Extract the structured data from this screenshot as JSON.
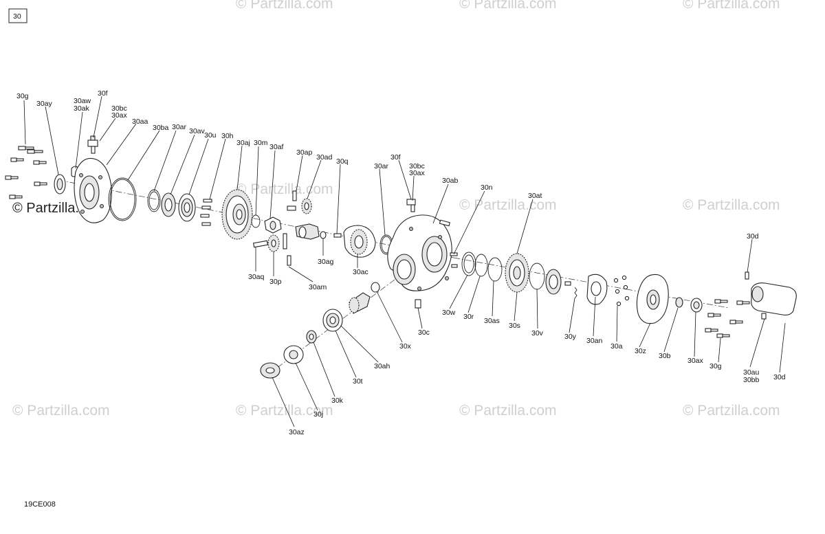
{
  "figure_number": "30",
  "drawing_code": "19CE008",
  "watermark": "© Partzilla.com",
  "labels": {
    "30g_a": "30g",
    "30ay_a": "30ay",
    "30aw": "30aw",
    "30ak": "30ak",
    "30f_a": "30f",
    "30bc_a": "30bc",
    "30ax_a": "30ax",
    "30aa": "30aa",
    "30ba": "30ba",
    "30ar_a": "30ar",
    "30av": "30av",
    "30u": "30u",
    "30h": "30h",
    "30aj": "30aj",
    "30m": "30m",
    "30af": "30af",
    "30ap": "30ap",
    "30ad": "30ad",
    "30q": "30q",
    "30ar_b": "30ar",
    "30f_b": "30f",
    "30bc_b": "30bc",
    "30ax_b": "30ax",
    "30ab": "30ab",
    "30n": "30n",
    "30at": "30at",
    "30d_a": "30d",
    "30aq": "30aq",
    "30p": "30p",
    "30am": "30am",
    "30ag": "30ag",
    "30ac": "30ac",
    "30c": "30c",
    "30x": "30x",
    "30ah": "30ah",
    "30t": "30t",
    "30k": "30k",
    "30j": "30j",
    "30az": "30az",
    "30w": "30w",
    "30r": "30r",
    "30as": "30as",
    "30s": "30s",
    "30v": "30v",
    "30y": "30y",
    "30an": "30an",
    "30a": "30a",
    "30z": "30z",
    "30b": "30b",
    "30ax_c": "30ax",
    "30g_b": "30g",
    "30au": "30au",
    "30bb": "30bb",
    "30d_b": "30d"
  }
}
